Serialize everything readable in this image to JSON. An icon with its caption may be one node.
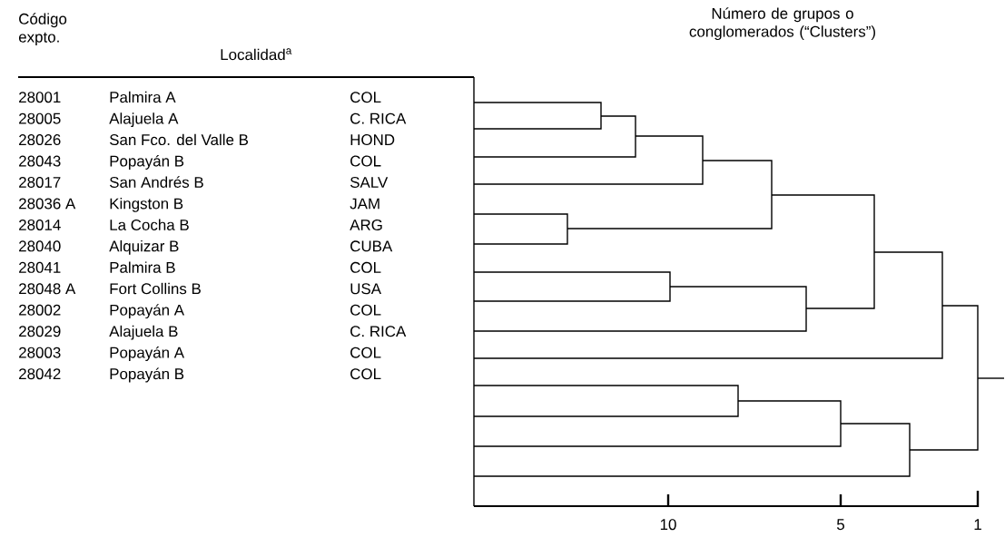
{
  "diagram": {
    "labels": [
      "Código expto.",
      "Localidad$^{a}$",
      "Número de grupos o conglomerados (“Clusters”)",
      "28001",
      "Palmira A",
      "COL",
      "28005",
      "Alajuela A",
      "C. RICA",
      "28026",
      "San Fco. del Valle B",
      "HOND",
      "28043",
      "Popayán B",
      "COL",
      "28017",
      "San Andrés B",
      "SALV",
      "28036 A",
      "Kingston B",
      "JAM",
      "28014",
      "La Cocha B",
      "ARG",
      "28040",
      "Alquizar B",
      "CUBA",
      "28041",
      "Palmira B",
      "COL",
      "28048 A",
      "Fort Collins B",
      "USA",
      "28002",
      "Popayán A",
      "COL",
      "28029",
      "Alajuela B",
      "C. RICA",
      "28003",
      "Popayán A",
      "COL",
      "28042",
      "Popayán B",
      "COL",
      "10",
      "5",
      "1"
    ]
  }
}
